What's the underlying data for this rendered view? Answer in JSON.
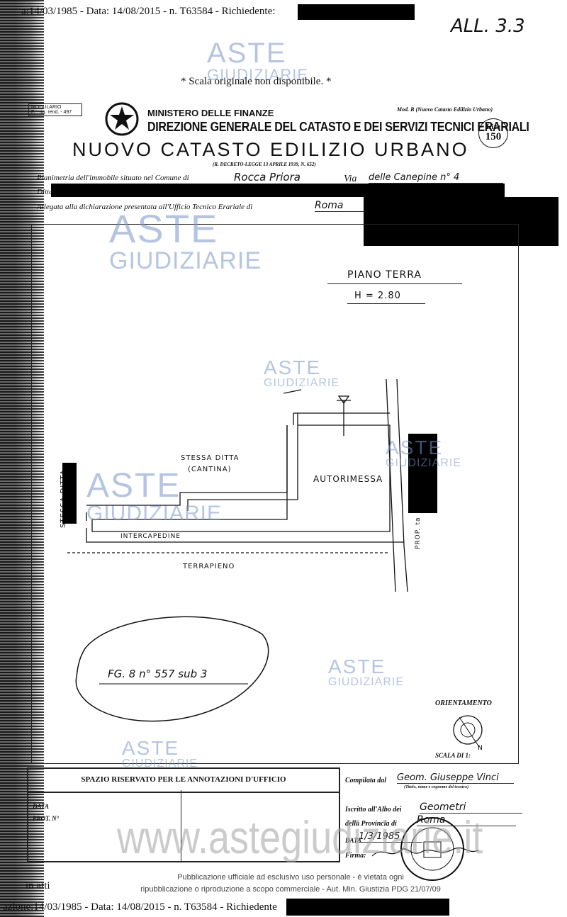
{
  "top_line": "a:14/03/1985 - Data: 14/08/2015 - n. T63584 - Richiedente:",
  "allegato": "ALL. 3.3",
  "scala_note": "* Scala originale non disponibile. *",
  "modulario": "MODULARIO",
  "modulario_code": "F. - rig. rend. - 497",
  "ministero": "MINISTERO DELLE FINANZE",
  "direzione": "DIREZIONE GENERALE DEL CATASTO E DEI SERVIZI TECNICI ERARIALI",
  "mod_b": "Mod. B (Nuovo Catasto Edilizio Urbano)",
  "lire_label": "Lire",
  "lire_value": "150",
  "catasto_title": "NUOVO CATASTO EDILIZIO URBANO",
  "decreto": "(R. DECRETO-LEGGE 13 APRILE 1939, N. 652)",
  "planimetria_label": "Planimetria dell'immobile situato nel Comune di",
  "comune": "Rocca Priora",
  "via_label": "Via",
  "via": "delle Canepine n° 4",
  "ditta_label": "Ditta",
  "allegata_label": "Allegata alla dichiarazione presentata all'Ufficio Tecnico Erariale di",
  "ufficio": "Roma",
  "plan": {
    "piano": "PIANO TERRA",
    "altezza": "H = 2.80",
    "stessa_ditta_cantina_1": "STESSA DITTA",
    "stessa_ditta_cantina_2": "(CANTINA)",
    "autorimessa": "AUTORIMESSA",
    "stessa_ditta_side": "STESSA DITTA",
    "intercapedine": "INTERCAPEDINE",
    "terrapieno": "TERRAPIENO",
    "prop": "PROP. ta",
    "foglio": "FG. 8 n° 557 sub 3",
    "orientamento": "ORIENTAMENTO",
    "scala": "SCALA DI 1:"
  },
  "annotazioni_title": "SPAZIO RISERVATO PER LE ANNOTAZIONI D'UFFICIO",
  "data_label": "DATA",
  "prot_label": "PROT. N°",
  "compilata_label": "Compilata dal",
  "compilata_value": "Geom. Giuseppe Vinci",
  "compilata_sub": "(Titolo, nome e cognome del tecnico)",
  "iscritto_label": "Iscritto all'Albo dei",
  "iscritto_value": "Geometri",
  "provincia_label": "della Provincia di",
  "provincia_value": "Roma",
  "data2_label": "DATA",
  "data2_value": "1/3/1985",
  "firma_label": "Firma:",
  "watermark_aste": "ASTE",
  "watermark_giudiziarie": "GIUDIZIARIE",
  "watermark_url": "www.astegiudiziarie.it",
  "pubblicazione_1": "Pubblicazione ufficiale ad esclusivo uso personale - è vietata ogni",
  "pubblicazione_2": "ripubblicazione o riproduzione a scopo commerciale - Aut. Min. Giustizia PDG 21/07/09",
  "in_atti": "in atti",
  "bottom_line": "azione:14/03/1985 - Data: 14/08/2015 - n. T63584 - Richiedente"
}
